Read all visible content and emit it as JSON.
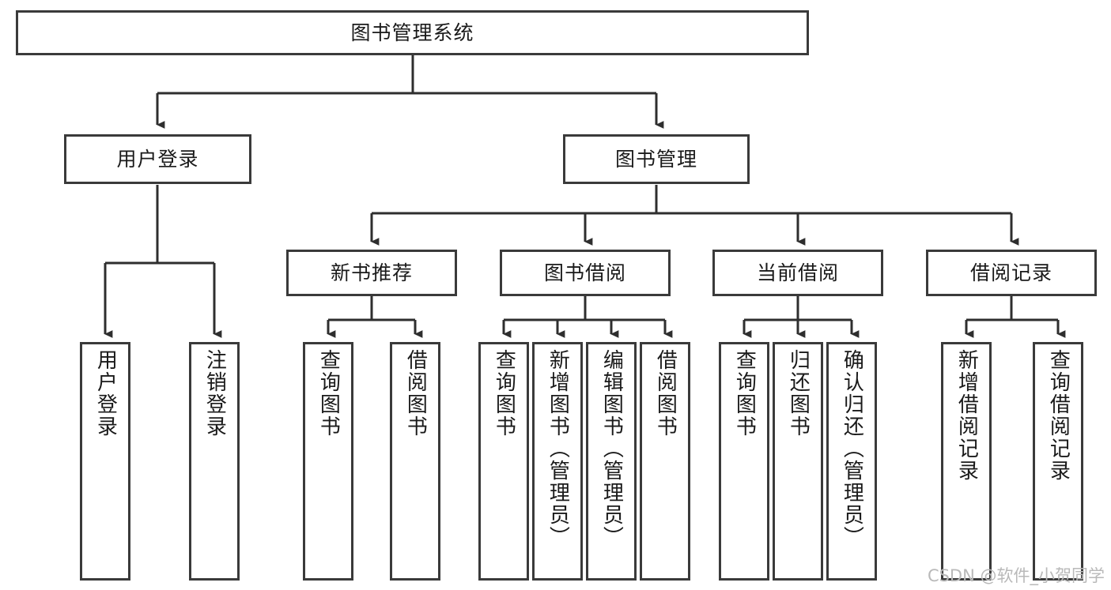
{
  "diagram": {
    "type": "tree-hierarchy",
    "title": "图书管理系统",
    "watermark": "CSDN @软件_小贺同学",
    "colors": {
      "border": "#3a3a3a",
      "background": "#ffffff",
      "text": "#1a1a1a",
      "watermark": "#b9b9b9"
    },
    "nodes": {
      "root": {
        "label": "图书管理系统"
      },
      "level1": [
        {
          "id": "user-login",
          "label": "用户登录"
        },
        {
          "id": "book-management",
          "label": "图书管理"
        }
      ],
      "level2": [
        {
          "id": "new-book-recommend",
          "label": "新书推荐"
        },
        {
          "id": "book-borrow",
          "label": "图书借阅"
        },
        {
          "id": "current-borrow",
          "label": "当前借阅"
        },
        {
          "id": "borrow-record",
          "label": "借阅记录"
        }
      ],
      "leaves": {
        "user-login": [
          {
            "id": "leaf-user-login",
            "label": "用户登录"
          },
          {
            "id": "leaf-user-logout",
            "label": "注销登录"
          }
        ],
        "new-book-recommend": [
          {
            "id": "leaf-query-book-1",
            "label": "查询图书"
          },
          {
            "id": "leaf-borrow-book-1",
            "label": "借阅图书"
          }
        ],
        "book-borrow": [
          {
            "id": "leaf-query-book-2",
            "label": "查询图书"
          },
          {
            "id": "leaf-add-book",
            "label": "新增图书（管理员）"
          },
          {
            "id": "leaf-edit-book",
            "label": "编辑图书（管理员）"
          },
          {
            "id": "leaf-borrow-book-2",
            "label": "借阅图书"
          }
        ],
        "current-borrow": [
          {
            "id": "leaf-query-book-3",
            "label": "查询图书"
          },
          {
            "id": "leaf-return-book",
            "label": "归还图书"
          },
          {
            "id": "leaf-confirm-return",
            "label": "确认归还（管理员）"
          }
        ],
        "borrow-record": [
          {
            "id": "leaf-add-record",
            "label": "新增借阅记录"
          },
          {
            "id": "leaf-query-record",
            "label": "查询借阅记录"
          }
        ]
      }
    }
  }
}
